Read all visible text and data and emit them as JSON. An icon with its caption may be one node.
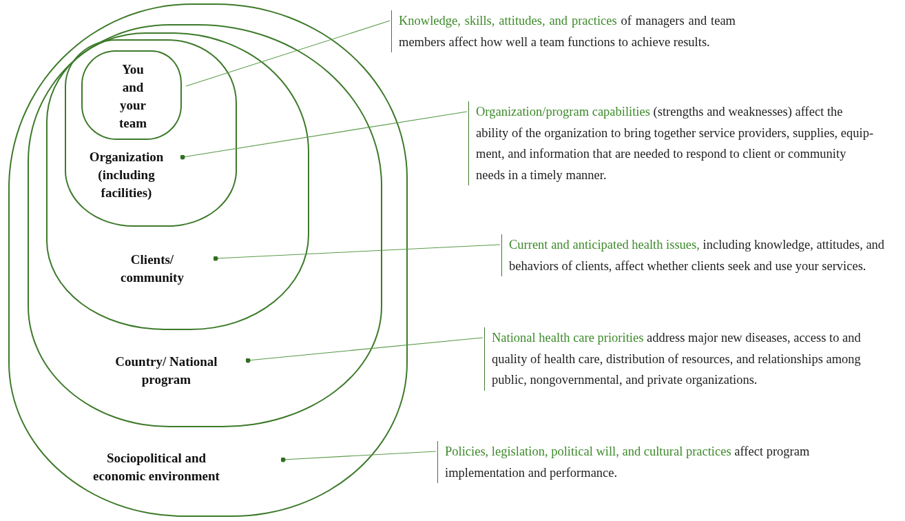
{
  "diagram": {
    "nodes": [
      {
        "text": [
          "Sociopolitical and economic environment"
        ]
      },
      {
        "text": [
          "Country/ National program"
        ],
        "in": 0
      },
      {
        "text": [
          "Clients/ community"
        ],
        "in": 1
      },
      {
        "text": [
          "Organization (including facilities)"
        ],
        "in": 2
      },
      {
        "text": [
          "You and your team"
        ],
        "in": 3
      },
      {
        "text": [
          "*Knowledge, skills, attitudes, and practices* of managers and team members affect how well a team functions to achieve results."
        ]
      },
      {
        "text": [
          "*Organization/program capabilities* (strengths and weaknesses) affect the ability of the organization to bring together service providers, supplies, equip-ment, and information that are needed to respond to client or community needs in a timely manner."
        ]
      },
      {
        "text": [
          "*Current and anticipated health issues,* including knowledge, attitudes, and behaviors of clients, affect whether clients seek and use your services."
        ]
      },
      {
        "text": [
          "*National health care priorities* address major new diseases, access to and quality of health care, distribution of resources, and relationships among public, nongovernmental, and private organizations."
        ]
      },
      {
        "text": [
          "*Policies, legislation, political will, and cultural practices* affect program implementation and performance."
        ]
      }
    ],
    "edges": [
      {
        "from": 5,
        "to": 4,
        "arrow": "none"
      },
      {
        "from": 6,
        "to": 3,
        "arrow": "other"
      },
      {
        "from": 7,
        "to": 2,
        "arrow": "other"
      },
      {
        "from": 8,
        "to": 1,
        "arrow": "other"
      },
      {
        "from": 9,
        "to": 0,
        "arrow": "other"
      }
    ]
  }
}
